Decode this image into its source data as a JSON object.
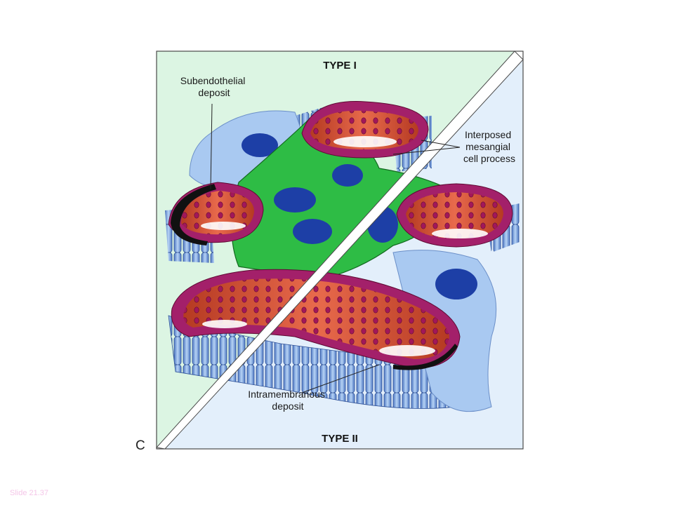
{
  "figure": {
    "panel_letter": "C",
    "type_top": "TYPE I",
    "type_bottom": "TYPE II",
    "labels": {
      "subendothelial": [
        "Subendothelial",
        "deposit"
      ],
      "interposed": [
        "Interposed",
        "mesangial",
        "cell process"
      ],
      "intramembranous": [
        "Intramembranous",
        "deposit"
      ]
    }
  },
  "footer": {
    "slide_number": "Slide 21.37"
  },
  "colors": {
    "type1_bg": "#dcf5e3",
    "type2_bg": "#e3effb",
    "mesangium": "#2ebc45",
    "basement_membrane": "#a3206a",
    "capillary_lumen": "#d9553a",
    "nucleus": "#1d3fa6",
    "podocyte": "#a9c9f1",
    "deposit": "#111111"
  }
}
